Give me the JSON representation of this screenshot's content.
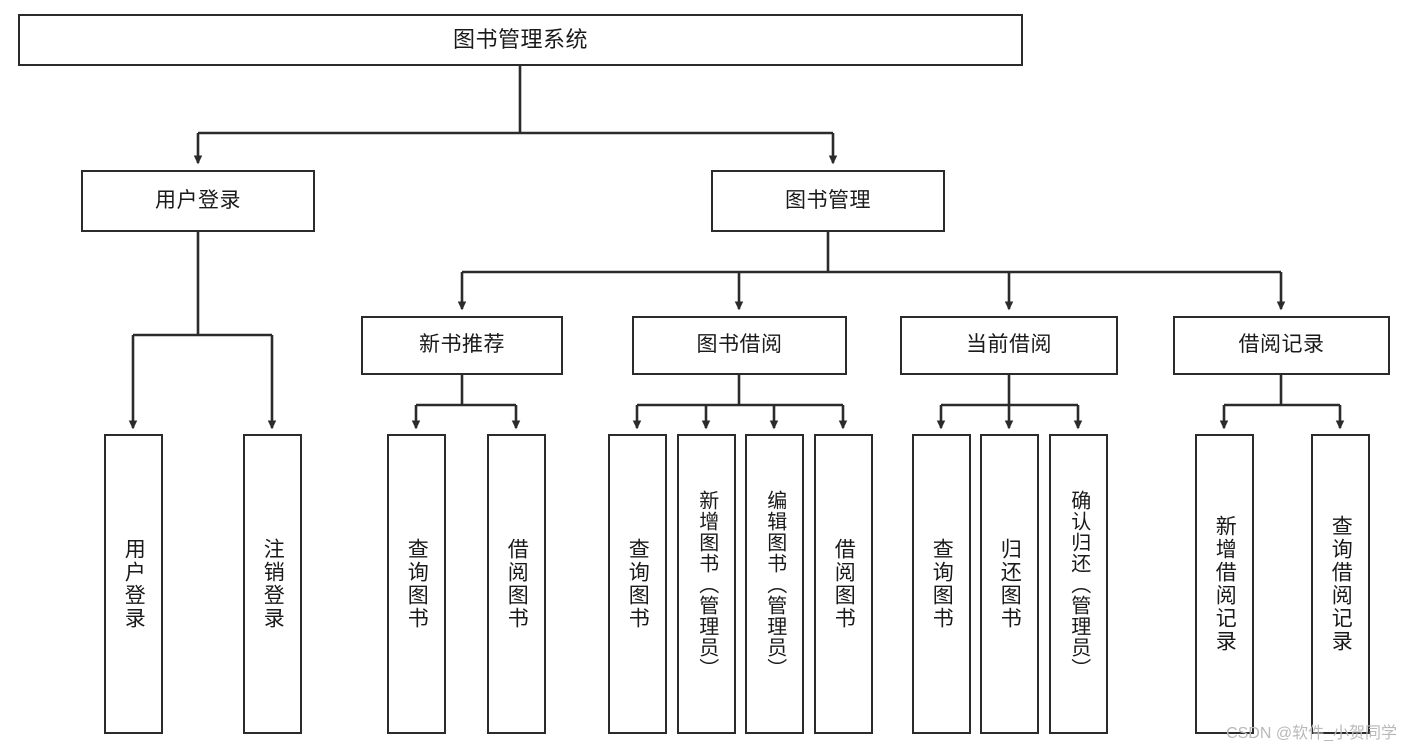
{
  "diagram": {
    "title": "图书管理系统",
    "type": "tree-hierarchy",
    "watermark": "CSDN @软件_小贺同学",
    "colors": {
      "stroke": "#2b2b2b",
      "fill": "#ffffff",
      "text": "#1a1a1a",
      "watermark": "#b9b9b9"
    },
    "nodes": {
      "root": {
        "label": "图书管理系统"
      },
      "level2": [
        {
          "id": "user-login",
          "label": "用户登录"
        },
        {
          "id": "book-manage",
          "label": "图书管理"
        }
      ],
      "level3": [
        {
          "id": "new-book-rec",
          "label": "新书推荐"
        },
        {
          "id": "book-borrow",
          "label": "图书借阅"
        },
        {
          "id": "current-borrow",
          "label": "当前借阅"
        },
        {
          "id": "borrow-record",
          "label": "借阅记录"
        }
      ],
      "leaves": {
        "user-login": [
          {
            "id": "leaf-user-login",
            "label": "用户登录"
          },
          {
            "id": "leaf-logout",
            "label": "注销登录"
          }
        ],
        "new-book-rec": [
          {
            "id": "leaf-query-book-1",
            "label": "查询图书"
          },
          {
            "id": "leaf-borrow-book-1",
            "label": "借阅图书"
          }
        ],
        "book-borrow": [
          {
            "id": "leaf-query-book-2",
            "label": "查询图书"
          },
          {
            "id": "leaf-add-book",
            "label": "新增图书（管理员）"
          },
          {
            "id": "leaf-edit-book",
            "label": "编辑图书（管理员）"
          },
          {
            "id": "leaf-borrow-book-2",
            "label": "借阅图书"
          }
        ],
        "current-borrow": [
          {
            "id": "leaf-query-book-3",
            "label": "查询图书"
          },
          {
            "id": "leaf-return-book",
            "label": "归还图书"
          },
          {
            "id": "leaf-confirm-return",
            "label": "确认归还（管理员）"
          }
        ],
        "borrow-record": [
          {
            "id": "leaf-add-record",
            "label": "新增借阅记录"
          },
          {
            "id": "leaf-query-record",
            "label": "查询借阅记录"
          }
        ]
      }
    }
  }
}
